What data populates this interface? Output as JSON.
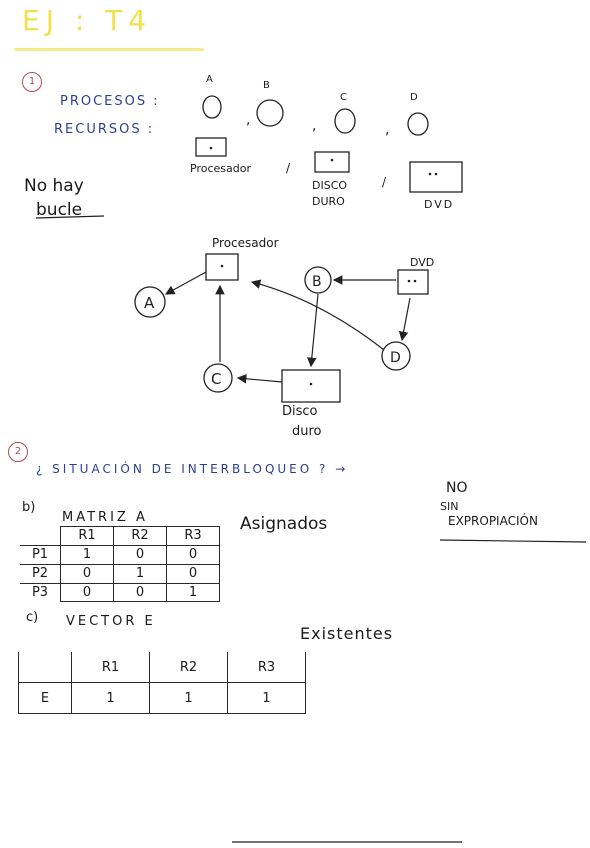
{
  "title": "EJ : T4",
  "section1": {
    "number": "1",
    "procesos_label": "PROCESOS :",
    "recursos_label": "RECURSOS :",
    "process_letters": [
      "A",
      "B",
      "C",
      "D"
    ],
    "resources": [
      "Procesador",
      "DISCO DURO",
      "DVD"
    ],
    "note": [
      "No hay",
      "bucle"
    ],
    "graph": {
      "procesador_label": "Procesador",
      "dvd_label": "DVD",
      "disco_label": [
        "Disco",
        "duro"
      ],
      "nodes": [
        "A",
        "B",
        "C",
        "D"
      ]
    }
  },
  "section2": {
    "number": "2",
    "question": "¿ SITUACIÓN DE INTERBLOQUEO ? →",
    "answer_no": "NO",
    "answer_sin": "SIN",
    "answer_exp": "EXPROPIACIÓN",
    "b_label": "b)",
    "matrix_title": "MATRIZ A",
    "asignados": "Asignados",
    "matrix_headers": [
      "R1",
      "R2",
      "R3"
    ],
    "matrix_rows": [
      {
        "label": "P1",
        "values": [
          "1",
          "0",
          "0"
        ]
      },
      {
        "label": "P2",
        "values": [
          "0",
          "1",
          "0"
        ]
      },
      {
        "label": "P3",
        "values": [
          "0",
          "0",
          "1"
        ]
      }
    ],
    "c_label": "c)",
    "vector_title": "VECTOR E",
    "existentes": "Existentes",
    "vector_headers": [
      "R1",
      "R2",
      "R3"
    ],
    "vector_row_label": "E",
    "vector_values": [
      "1",
      "1",
      "1"
    ]
  }
}
